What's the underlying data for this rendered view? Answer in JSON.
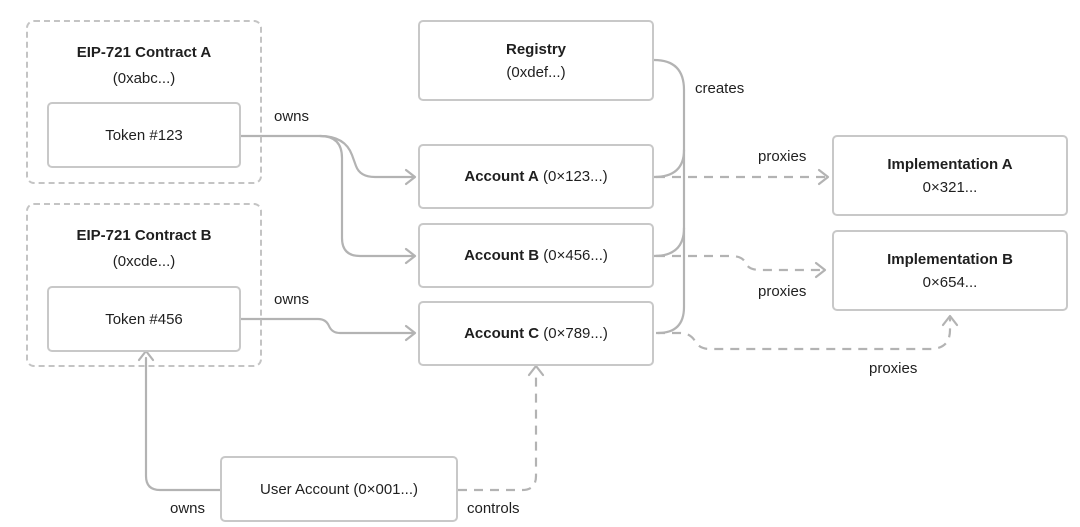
{
  "groups": {
    "contract_a": {
      "title": "EIP-721 Contract A",
      "address": "(0xabc...)"
    },
    "contract_b": {
      "title": "EIP-721 Contract B",
      "address": "(0xcde...)"
    }
  },
  "nodes": {
    "token_123": {
      "label": "Token #123"
    },
    "token_456": {
      "label": "Token #456"
    },
    "registry": {
      "title": "Registry",
      "address": "(0xdef...)"
    },
    "account_a": {
      "name": "Account A",
      "address": "(0×123...)"
    },
    "account_b": {
      "name": "Account B",
      "address": "(0×456...)"
    },
    "account_c": {
      "name": "Account C",
      "address": "(0×789...)"
    },
    "impl_a": {
      "title": "Implementation A",
      "address": "0×321..."
    },
    "impl_b": {
      "title": "Implementation B",
      "address": "0×654..."
    },
    "user_account": {
      "label": "User Account (0×001...)"
    }
  },
  "edge_labels": {
    "owns_a": "owns",
    "owns_b": "owns",
    "creates": "creates",
    "proxies_a": "proxies",
    "proxies_b": "proxies",
    "proxies_c": "proxies",
    "user_owns": "owns",
    "controls": "controls"
  },
  "colors": {
    "node_border": "#c8c8c8",
    "edge": "#b3b3b3",
    "text": "#1f1f1f"
  }
}
